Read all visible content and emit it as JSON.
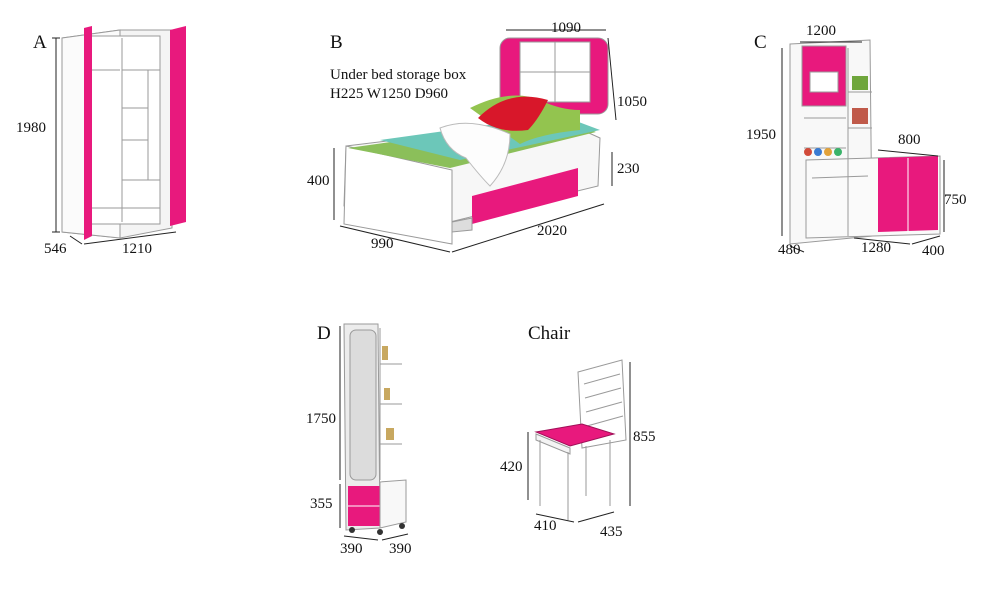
{
  "colors": {
    "accent": "#e8197d",
    "body": "#ffffff",
    "edge": "#9a9a9a",
    "dim_line": "#222222"
  },
  "items": {
    "A": {
      "letter": "A",
      "height": "1980",
      "depth": "546",
      "width": "1210"
    },
    "B": {
      "letter": "B",
      "note_line1": "Under bed storage box",
      "note_line2": "H225  W1250  D960",
      "headboard_width": "1090",
      "headboard_height": "1050",
      "bed_height": "400",
      "drawer_height": "230",
      "width": "990",
      "length": "2020"
    },
    "C": {
      "letter": "C",
      "top_width": "1200",
      "height": "1950",
      "desk_depth": "800",
      "desk_height": "750",
      "depth": "480",
      "width": "1280",
      "side_depth": "400"
    },
    "D": {
      "letter": "D",
      "height": "1750",
      "base_height": "355",
      "depth": "390",
      "width": "390"
    },
    "chair": {
      "title": "Chair",
      "height": "855",
      "seat_height": "420",
      "depth": "410",
      "width": "435"
    }
  }
}
